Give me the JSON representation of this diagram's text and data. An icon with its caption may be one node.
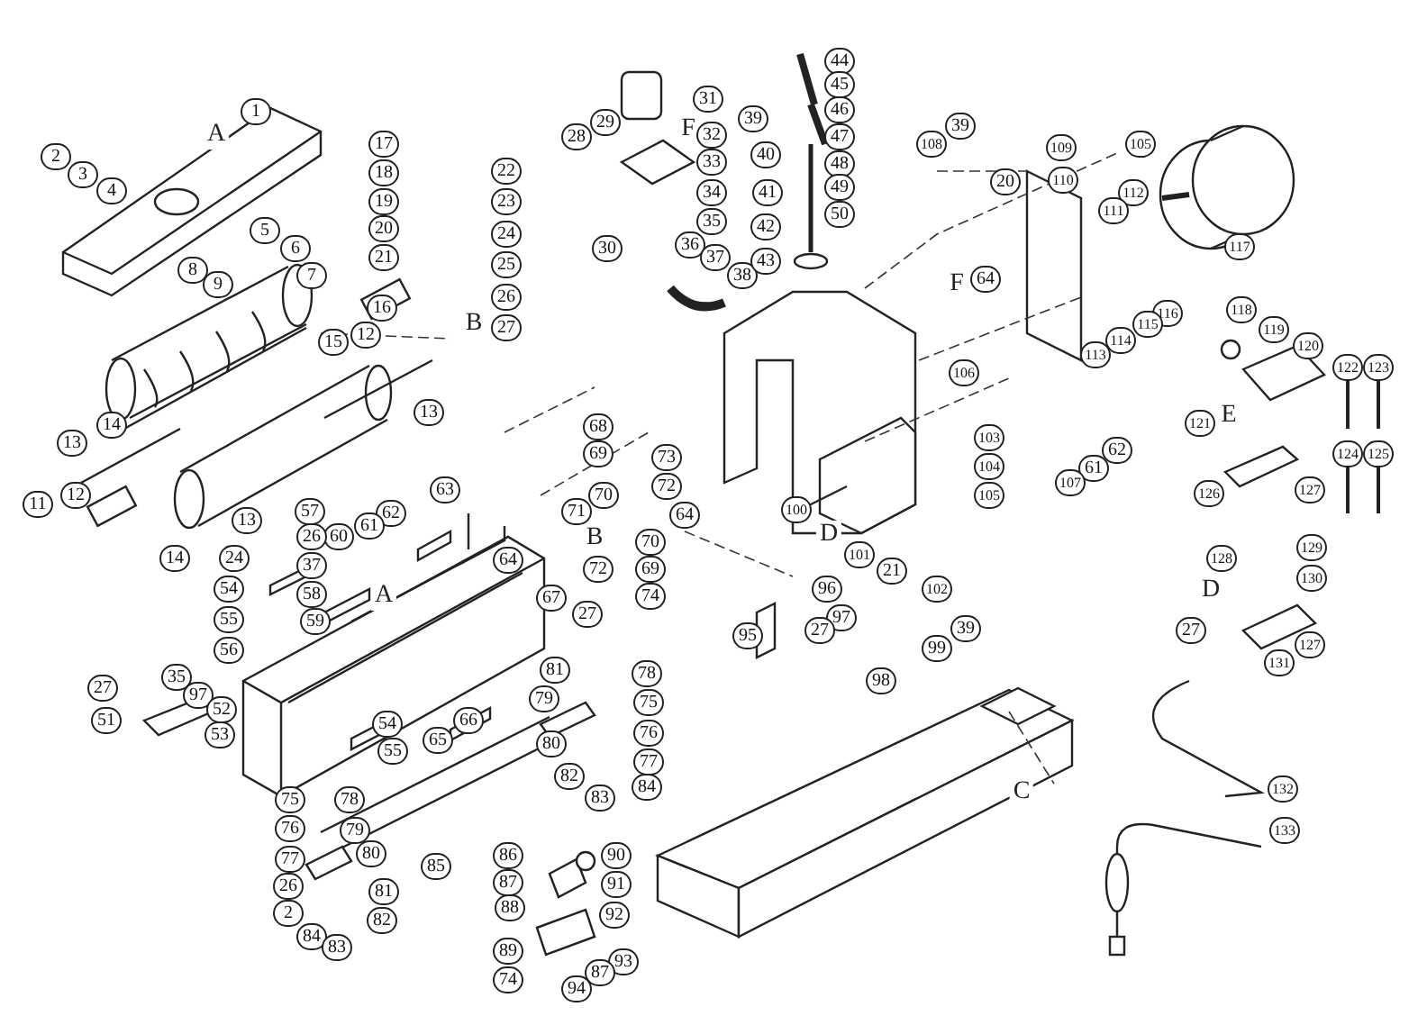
{
  "diagram": {
    "labels": [
      "1",
      "A",
      "2",
      "3",
      "4",
      "5",
      "6",
      "7",
      "8",
      "9",
      "17",
      "18",
      "19",
      "20",
      "21",
      "22",
      "23",
      "24",
      "25",
      "26",
      "27",
      "16",
      "B",
      "12",
      "15",
      "13",
      "14",
      "13",
      "12",
      "11",
      "13",
      "14",
      "28",
      "29",
      "31",
      "F",
      "32",
      "33",
      "34",
      "35",
      "30",
      "36",
      "37",
      "38",
      "44",
      "45",
      "46",
      "39",
      "47",
      "40",
      "48",
      "49",
      "41",
      "50",
      "42",
      "43",
      "108",
      "39",
      "109",
      "20",
      "110",
      "105",
      "112",
      "111",
      "117",
      "F",
      "64",
      "116",
      "115",
      "114",
      "113",
      "106",
      "118",
      "119",
      "120",
      "122",
      "123",
      "E",
      "121",
      "124",
      "125",
      "103",
      "104",
      "105",
      "62",
      "61",
      "107",
      "126",
      "127",
      "68",
      "69",
      "73",
      "72",
      "70",
      "71",
      "64",
      "100",
      "57",
      "63",
      "62",
      "61",
      "60",
      "26",
      "37",
      "24",
      "54",
      "58",
      "A",
      "55",
      "59",
      "56",
      "64",
      "B",
      "70",
      "72",
      "69",
      "74",
      "67",
      "27",
      "D",
      "101",
      "21",
      "102",
      "96",
      "97",
      "27",
      "95",
      "99",
      "39",
      "98",
      "35",
      "97",
      "52",
      "27",
      "51",
      "53",
      "66",
      "54",
      "65",
      "55",
      "128",
      "129",
      "130",
      "D",
      "27",
      "127",
      "131",
      "81",
      "78",
      "79",
      "75",
      "80",
      "76",
      "77",
      "82",
      "84",
      "83",
      "132",
      "C",
      "75",
      "78",
      "76",
      "79",
      "77",
      "80",
      "85",
      "26",
      "81",
      "2",
      "82",
      "84",
      "83",
      "133",
      "86",
      "90",
      "87",
      "91",
      "88",
      "92",
      "89",
      "93",
      "74",
      "87",
      "94"
    ]
  }
}
